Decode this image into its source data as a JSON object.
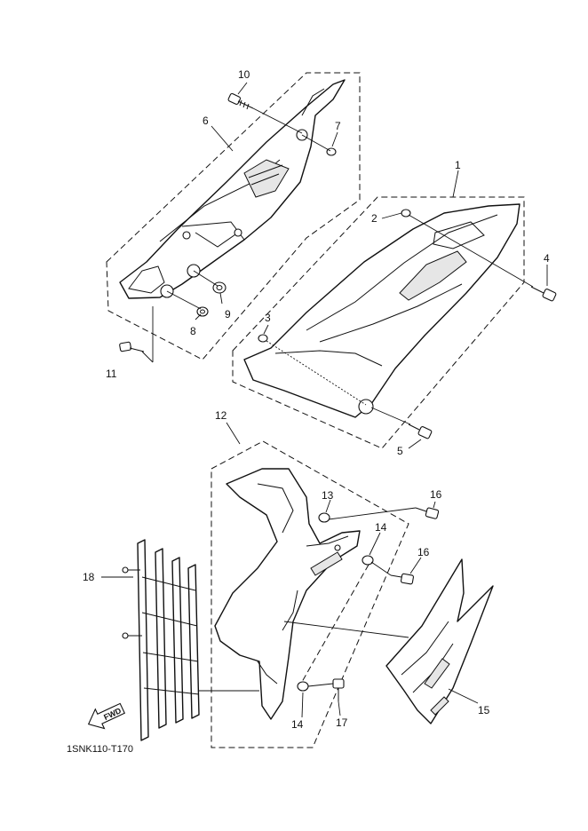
{
  "diagram": {
    "code": "1SNK110-T170",
    "fwd_label": "FWD",
    "callouts": [
      {
        "id": "1",
        "label": "1"
      },
      {
        "id": "2",
        "label": "2"
      },
      {
        "id": "3",
        "label": "3"
      },
      {
        "id": "4",
        "label": "4"
      },
      {
        "id": "5",
        "label": "5"
      },
      {
        "id": "6",
        "label": "6"
      },
      {
        "id": "7",
        "label": "7"
      },
      {
        "id": "8",
        "label": "8"
      },
      {
        "id": "9",
        "label": "9"
      },
      {
        "id": "10",
        "label": "10"
      },
      {
        "id": "11",
        "label": "11"
      },
      {
        "id": "12",
        "label": "12"
      },
      {
        "id": "13",
        "label": "13"
      },
      {
        "id": "14a",
        "label": "14"
      },
      {
        "id": "14b",
        "label": "14"
      },
      {
        "id": "15",
        "label": "15"
      },
      {
        "id": "16a",
        "label": "16"
      },
      {
        "id": "16b",
        "label": "16"
      },
      {
        "id": "17",
        "label": "17"
      },
      {
        "id": "18",
        "label": "18"
      }
    ]
  }
}
